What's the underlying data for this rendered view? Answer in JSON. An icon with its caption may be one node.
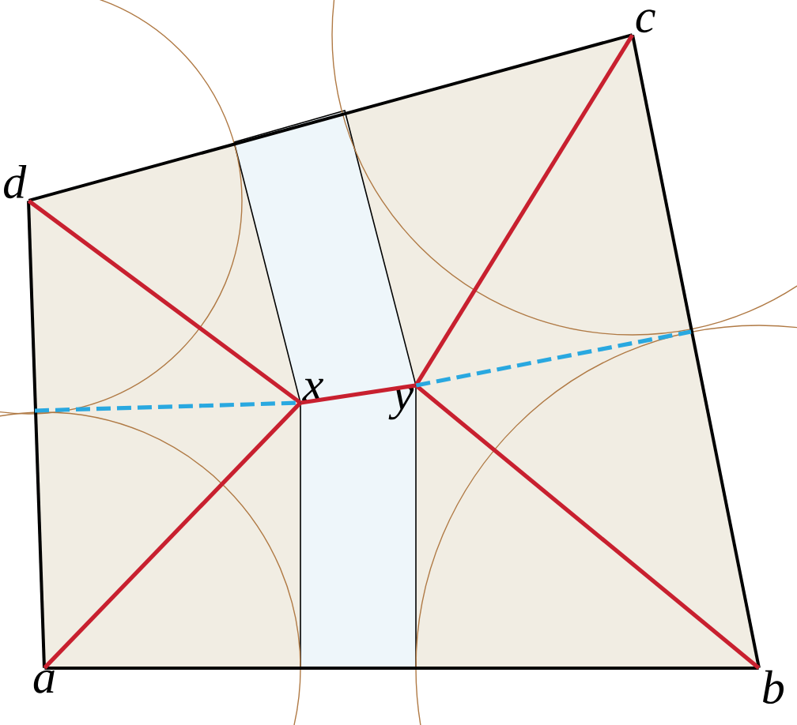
{
  "diagram": {
    "nodes": [
      {
        "text": [
          "a"
        ]
      },
      {
        "text": [
          "b"
        ]
      },
      {
        "text": [
          "c"
        ]
      },
      {
        "text": [
          "d"
        ]
      },
      {
        "text": [
          "x"
        ]
      },
      {
        "text": [
          "y"
        ]
      }
    ],
    "edges": [
      {
        "from": 0,
        "to": 1,
        "arrow": "none",
        "color": "#000000"
      },
      {
        "from": 1,
        "to": 2,
        "arrow": "none",
        "color": "#000000"
      },
      {
        "from": 2,
        "to": 3,
        "arrow": "none",
        "color": "#000000"
      },
      {
        "from": 3,
        "to": 0,
        "arrow": "none",
        "color": "#000000"
      },
      {
        "from": 0,
        "to": 4,
        "arrow": "none"
      },
      {
        "from": 3,
        "to": 4,
        "arrow": "none"
      },
      {
        "from": 4,
        "to": 5,
        "arrow": "none"
      },
      {
        "from": 5,
        "to": 2,
        "arrow": "none"
      },
      {
        "from": 5,
        "to": 1,
        "arrow": "none"
      },
      {
        "from": null,
        "to": 4,
        "arrow": "none",
        "style": "dashed",
        "color": "#29a8e0"
      },
      {
        "from": 5,
        "to": null,
        "arrow": "none",
        "style": "dashed",
        "color": "#29a8e0"
      }
    ]
  }
}
